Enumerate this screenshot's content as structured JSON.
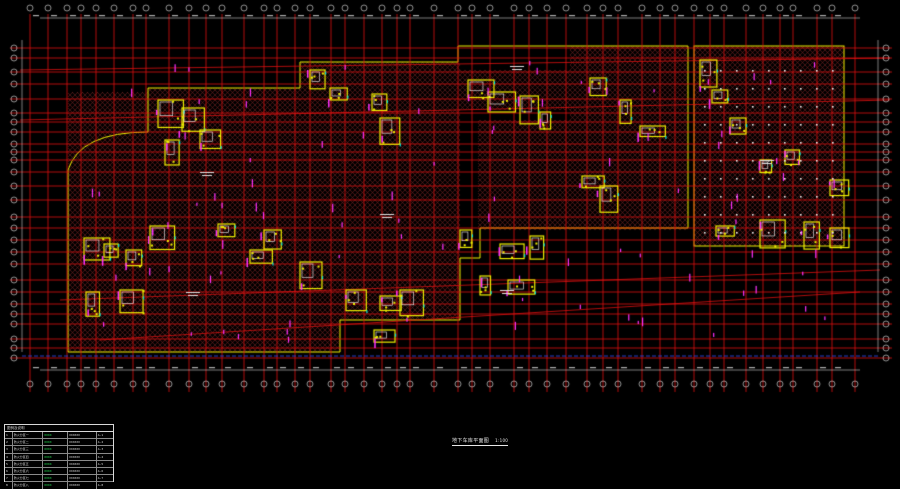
{
  "drawing": {
    "title": "地下车库平面图",
    "scale": "1:100",
    "colors": {
      "background": "#000000",
      "axis_grid": "#e01010",
      "structure": "#f0f000",
      "wall": "#ffffff",
      "hatch": "#8a2a2a",
      "annotation": "#ff30ff",
      "equipment": "#00e0e0",
      "datum": "#3050ff"
    }
  },
  "legend_table": {
    "title": "图例及说明",
    "rows": [
      [
        "1",
        "防火分区一",
        "XXXX",
        "XXXXXX",
        "A-1"
      ],
      [
        "2",
        "防火分区二",
        "XXXX",
        "XXXXXX",
        "A-2"
      ],
      [
        "3",
        "防火分区三",
        "XXXX",
        "XXXXXX",
        "A-3"
      ],
      [
        "4",
        "防火分区四",
        "XXXX",
        "XXXXXX",
        "A-4"
      ],
      [
        "5",
        "防火分区五",
        "XXXX",
        "XXXXXX",
        "A-5"
      ],
      [
        "6",
        "防火分区六",
        "XXXX",
        "XXXXXX",
        "A-6"
      ],
      [
        "7",
        "防火分区七",
        "XXXX",
        "XXXXXX",
        "A-7"
      ],
      [
        "8",
        "防火分区八",
        "XXXX",
        "XXXXXX",
        "A-8"
      ]
    ]
  }
}
